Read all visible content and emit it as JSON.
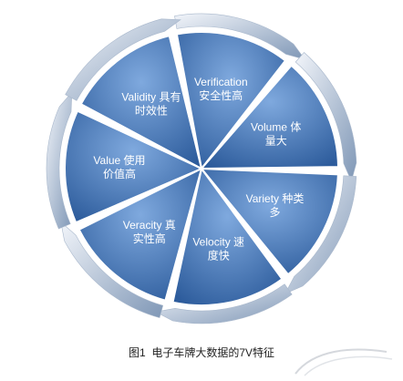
{
  "colors": {
    "segment_light": "#6f9bd6",
    "segment_dark": "#2f5f9f",
    "ring_light": "#e8eef6",
    "ring_dark": "#8fa6c2"
  },
  "segments": [
    {
      "lines": [
        "Verification",
        "安全性高"
      ]
    },
    {
      "lines": [
        "Volume 体",
        "量大"
      ]
    },
    {
      "lines": [
        "Variety 种类",
        "多"
      ]
    },
    {
      "lines": [
        "Velocity 速",
        "度快"
      ]
    },
    {
      "lines": [
        "Veracity 真",
        "实性高"
      ]
    },
    {
      "lines": [
        "Value 使用",
        "价值高"
      ]
    },
    {
      "lines": [
        "Validity 具有",
        "时效性"
      ]
    }
  ],
  "caption": {
    "figure_no": "图1",
    "text": "电子车牌大数据的7V特征"
  }
}
